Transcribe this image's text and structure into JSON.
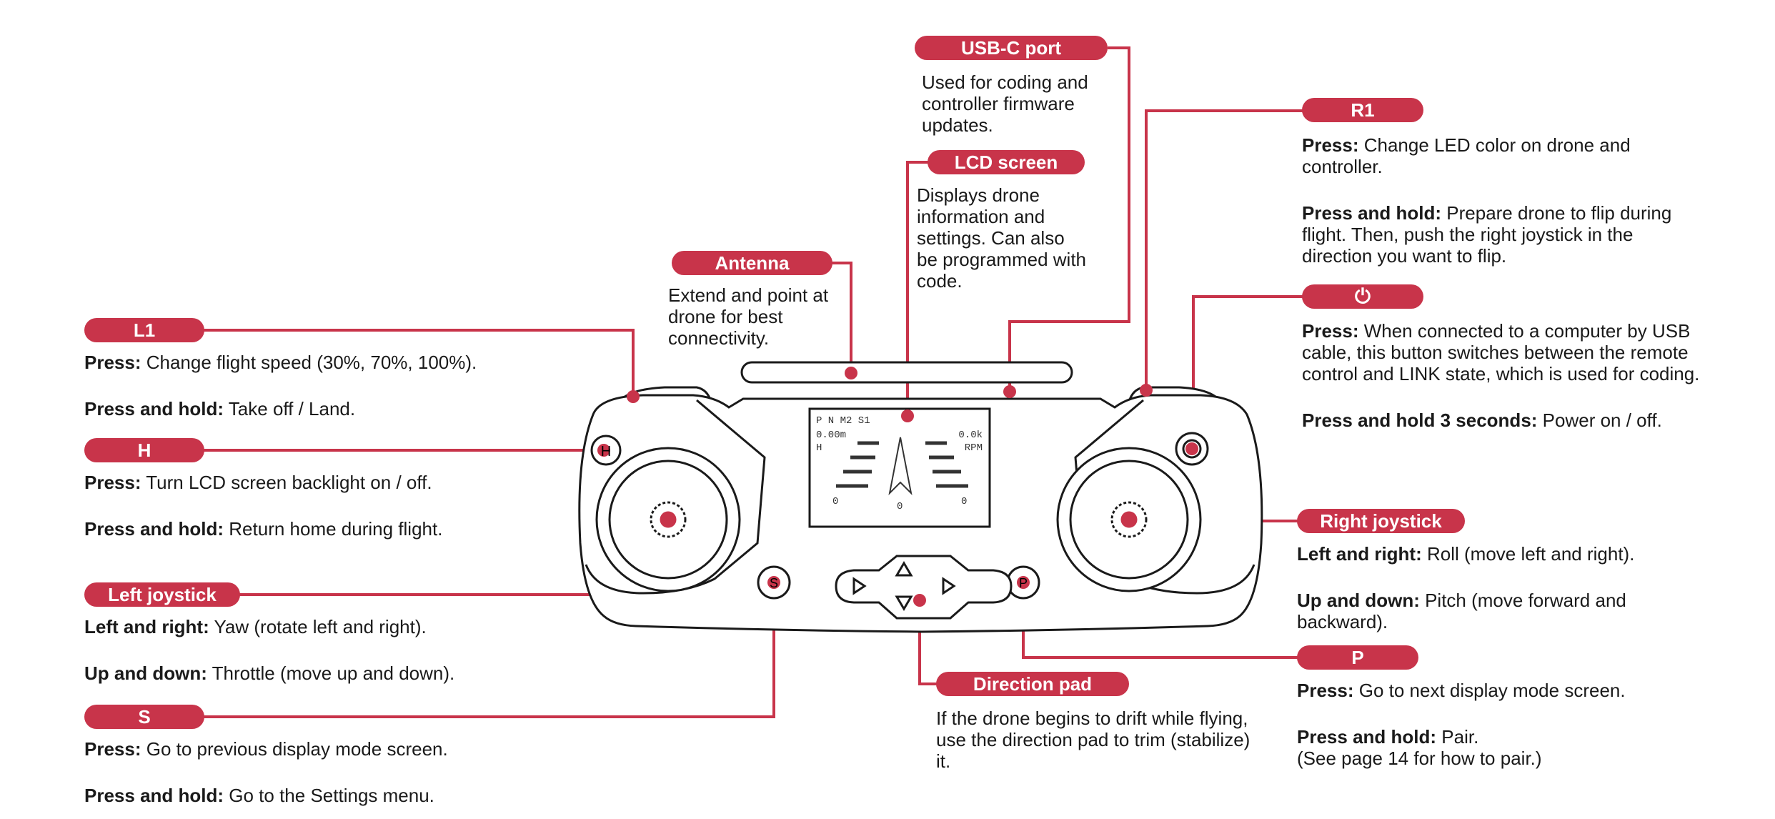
{
  "accent_color": "#c8344a",
  "callouts": {
    "l1": {
      "label": "L1",
      "items": [
        {
          "key": "Press:",
          "text": " Change flight speed (30%, 70%, 100%)."
        },
        {
          "key": "Press and hold:",
          "text": " Take off / Land."
        }
      ]
    },
    "h": {
      "label": "H",
      "items": [
        {
          "key": "Press:",
          "text": " Turn LCD screen backlight on / off."
        },
        {
          "key": "Press and hold:",
          "text": " Return home during flight."
        }
      ]
    },
    "left_joystick": {
      "label": "Left joystick",
      "items": [
        {
          "key": "Left and right:",
          "text": " Yaw (rotate left and right)."
        },
        {
          "key": "Up and down:",
          "text": " Throttle (move up and down)."
        }
      ]
    },
    "s": {
      "label": "S",
      "items": [
        {
          "key": "Press:",
          "text": " Go to previous display mode screen."
        },
        {
          "key": "Press and hold:",
          "text": " Go to the Settings menu."
        }
      ]
    },
    "antenna": {
      "label": "Antenna",
      "text": "Extend and point at drone for best connectivity."
    },
    "usb_c": {
      "label": "USB-C port",
      "text": "Used for coding and controller firmware updates."
    },
    "lcd": {
      "label": "LCD screen",
      "text": "Displays drone information and settings. Can also be programmed with code."
    },
    "r1": {
      "label": "R1",
      "items": [
        {
          "key": "Press:",
          "text": " Change LED color on drone and controller."
        },
        {
          "key": "Press and hold:",
          "text": " Prepare drone to flip during flight. Then, push the right joystick in the direction you want to flip."
        }
      ]
    },
    "power": {
      "label": "⏻",
      "icon": "power-icon",
      "items": [
        {
          "key": "Press:",
          "text": " When connected to a computer by USB cable, this button switches between the remote control and LINK state, which is used for coding."
        },
        {
          "key": "Press and hold 3 seconds:",
          "text": " Power on / off."
        }
      ]
    },
    "right_joystick": {
      "label": "Right joystick",
      "items": [
        {
          "key": "Left and right:",
          "text": " Roll (move left and right)."
        },
        {
          "key": "Up and down:",
          "text": " Pitch (move forward and backward)."
        }
      ]
    },
    "p": {
      "label": "P",
      "items": [
        {
          "key": "Press:",
          "text": " Go to next display mode screen."
        },
        {
          "key": "Press and hold:",
          "text": " Pair.\n(See page 14 for how to pair.)"
        }
      ]
    },
    "direction_pad": {
      "label": "Direction pad",
      "text": "If the drone begins to drift while flying, use the direction pad to trim (stabilize) it."
    }
  },
  "controller": {
    "button_h": "H",
    "button_s": "S",
    "button_p": "P",
    "lcd": {
      "row1_left": "P N M2 S1",
      "row2_left": "0.00m",
      "row2_right": "0.0k",
      "row3_left": "H",
      "row3_right": "RPM",
      "bottom_left": "0",
      "bottom_mid": "0",
      "bottom_right": "0"
    }
  }
}
